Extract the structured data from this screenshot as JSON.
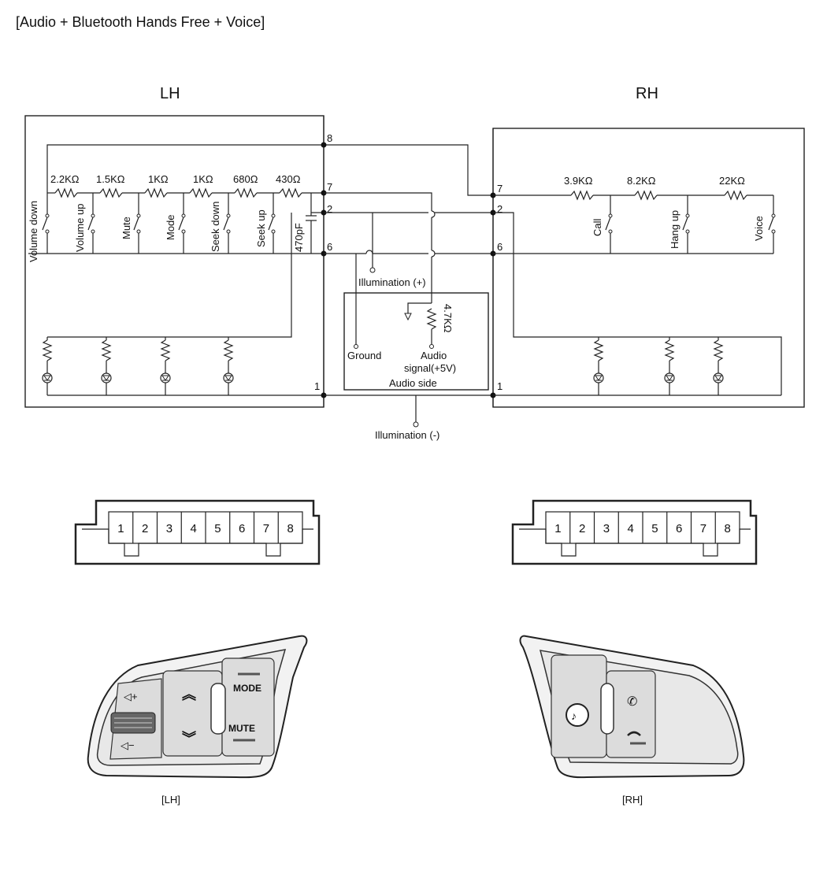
{
  "title": "[Audio + Bluetooth Hands Free + Voice]",
  "lh": {
    "heading": "LH",
    "resistors": [
      "2.2KΩ",
      "1.5KΩ",
      "1KΩ",
      "1KΩ",
      "680Ω",
      "430Ω"
    ],
    "switches": [
      "Volume down",
      "Volume up",
      "Mute",
      "Mode",
      "Seek down",
      "Seek up"
    ],
    "capacitor": "470pF",
    "pins": [
      "8",
      "7",
      "2",
      "6",
      "1"
    ]
  },
  "rh": {
    "heading": "RH",
    "resistors": [
      "3.9KΩ",
      "8.2KΩ",
      "22KΩ"
    ],
    "switches": [
      "Call",
      "Hang up",
      "Voice"
    ],
    "pins": [
      "7",
      "2",
      "6",
      "1"
    ]
  },
  "audio": {
    "illum_plus": "Illumination (+)",
    "resistor": "4.7KΩ",
    "ground": "Ground",
    "signal_line1": "Audio",
    "signal_line2": "signal(+5V)",
    "side": "Audio side",
    "illum_minus": "Illumination (-)"
  },
  "connectors": {
    "pins": [
      "1",
      "2",
      "3",
      "4",
      "5",
      "6",
      "7",
      "8"
    ]
  },
  "controls": {
    "lh_label": "[LH]",
    "rh_label": "[RH]",
    "mode": "MODE",
    "mute": "MUTE"
  }
}
